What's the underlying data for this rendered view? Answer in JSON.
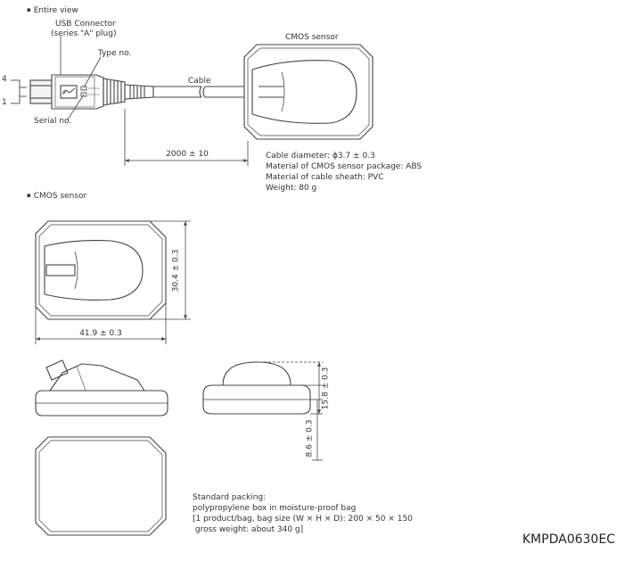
{
  "sections": {
    "entire_view": "Entire view",
    "cmos_sensor": "CMOS sensor"
  },
  "labels": {
    "usb_connector": "USB Connector",
    "usb_plug_type": "(series \"A\" plug)",
    "type_no": "Type no.",
    "serial_no": "Serial no.",
    "cable": "Cable",
    "cmos_sensor": "CMOS sensor",
    "pin_4": "4",
    "pin_1": "1"
  },
  "dimensions": {
    "cable_length": "2000 ± 10",
    "sensor_height": "30.4 ± 0.3",
    "sensor_width": "41.9 ± 0.3",
    "sensor_thickness_max": "15.8 ± 0.3",
    "sensor_thickness_body": "8.6 ± 0.3"
  },
  "specs": [
    "Cable diameter: ϕ3.7 ± 0.3",
    "Material of CMOS sensor package: ABS",
    "Material of cable sheath: PVC",
    "Weight: 80 g"
  ],
  "packing": [
    "Standard packing:",
    "polypropylene box in moisture-proof bag",
    "[1 product/bag, bag size (W × H × D): 200 × 50 × 150",
    " gross weight: about 340 g]"
  ],
  "drawing_code": "KMPDA0630EC",
  "colors": {
    "line": "#444444",
    "text": "#333333"
  }
}
